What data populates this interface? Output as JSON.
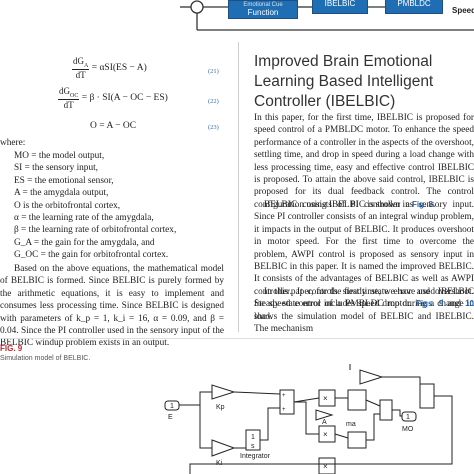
{
  "top_diagram": {
    "function_label": "Function",
    "emotional_label": "Emotional Cue",
    "ibelbic_label": "IBELBIC",
    "pmbldc_label": "PMBLDC",
    "speed_label": "Speed"
  },
  "equations": [
    {
      "lhs_num": "dG",
      "lhs_num_sub": "A",
      "lhs_den": "dT",
      "rhs": "= αSI(ES − A)",
      "number": "(21)"
    },
    {
      "lhs_num": "dG",
      "lhs_num_sub": "OC",
      "lhs_den": "dT",
      "rhs": "= β · SI(A − OC − ES)",
      "number": "(22)"
    },
    {
      "plain": "O = A − OC",
      "number": "(23)"
    }
  ],
  "where_label": "where:",
  "definitions": [
    "MO = the model output,",
    "SI = the sensory input,",
    "ES = the emotional sensor,",
    "A = the amygdala output,",
    "O is the orbitofrontal cortex,",
    "α = the learning rate of the amygdala,",
    "β = the learning rate of orbitofrontal cortex,",
    "G_A = the gain for the amygdala, and",
    "G_OC = the gain for orbitofrontal cortex."
  ],
  "left_paragraph": "Based on the above equations, the mathematical model of BELBIC is formed. Since BELBIC is purely formed by the arithmetic equations, it is easy to implement and consumes less processing time. Since BELBIC is designed with parameters of k_p = 1, k_i = 16, α = 0.09, and β = 0.04. Since the PI controller used in the sensory input of the BELBIC windup problem exists in an output.",
  "right_heading": "Improved Brain Emotional Learning Based Intelligent Controller (IBELBIC)",
  "right_p1": "In this paper, for the first time, IBELBIC is proposed for speed control of a PMBLDC motor. To enhance the speed performance of a controller in the aspects of the overshoot, settling time, and drop in speed during a load change with less processing time, easy and effective control IBELBIC is proposed. To attain the above said control, IBELBIC is proposed for its dual feedback control. The control configuration using IBELBIC is shown in",
  "right_p1_link": "Fig. 8",
  "right_p2": "BELBIC consists of PI controller as sensory input. Since PI controller consists of an integral windup problem, it impacts in the output of BELBIC. It produces overshoot in motor speed. For the first time to overcome the problem, AWPI control is proposed as sensory input in BELBIC in this paper. It is named the improved BELBIC. It consists of the advantages of BELBIC as well as AWPI controller. It controls steady state error and overshoot. Steady state error includes speed drop during a change in load.",
  "right_p3_start": "In this paper, for the first time, we have used IBELBIC for speed control of a PMBLDC motor.",
  "right_p3_link1": "Figs. 9",
  "right_p3_mid": "and",
  "right_p3_link2": "10",
  "right_p3_end": "shows the simulation model of BELBIC and IBELBIC. The mechanism",
  "figure_label": "FIG. 9",
  "figure_caption": "Simulation model of BELBIC.",
  "sim": {
    "in1_label": "1",
    "e_label": "E",
    "kp_label": "Kp",
    "ki_label": "Ki",
    "integrator_label": "Integrator",
    "integrator_num": "1",
    "integrator_den": "s",
    "a_label": "A",
    "mo_label": "MO",
    "out1_label": "1",
    "ma_label": "ma"
  }
}
